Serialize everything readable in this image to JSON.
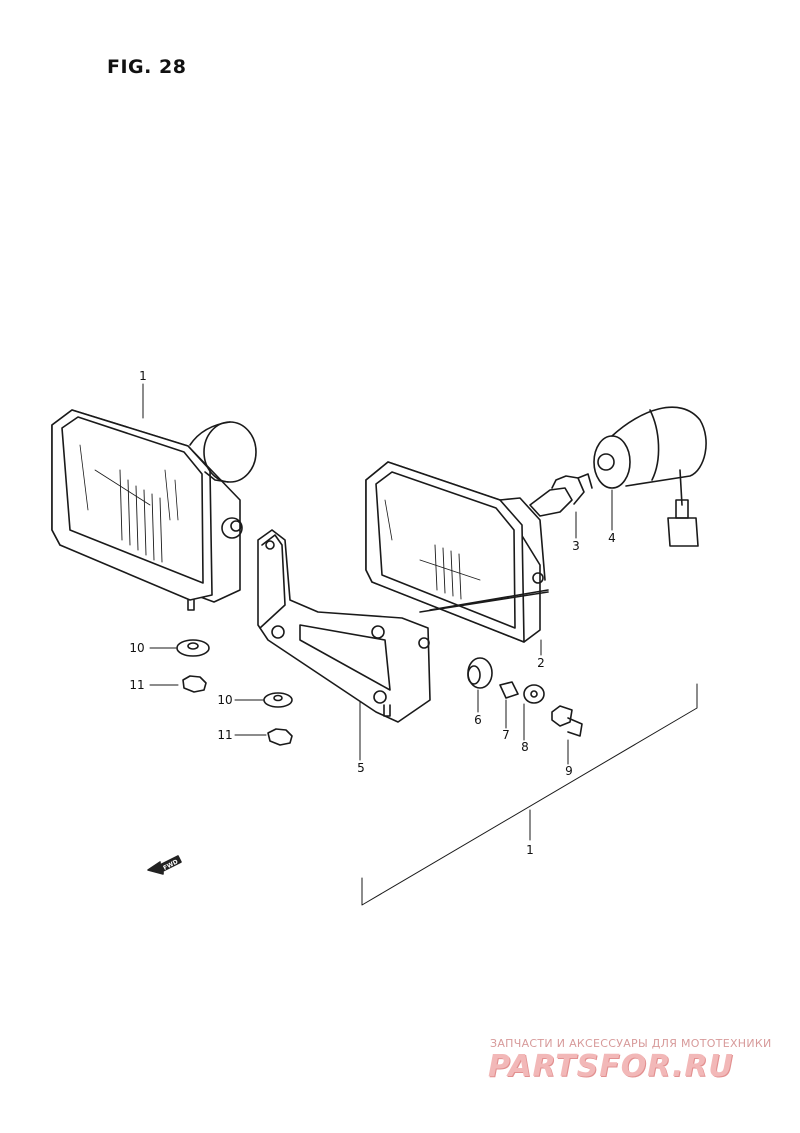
{
  "figure": {
    "title": "FIG. 28"
  },
  "callouts": {
    "c1_top": "1",
    "c2": "2",
    "c3": "3",
    "c4": "4",
    "c5": "5",
    "c6": "6",
    "c7": "7",
    "c8": "8",
    "c9": "9",
    "c10_a": "10",
    "c10_b": "10",
    "c11_a": "11",
    "c11_b": "11",
    "c1_bottom": "1"
  },
  "direction_arrow": {
    "label": "FWD"
  },
  "watermark": {
    "tagline": "ЗАПЧАСТИ И АКСЕССУАРЫ ДЛЯ МОТОТЕХНИКИ",
    "logo_text": "PARTSFOR.RU"
  }
}
